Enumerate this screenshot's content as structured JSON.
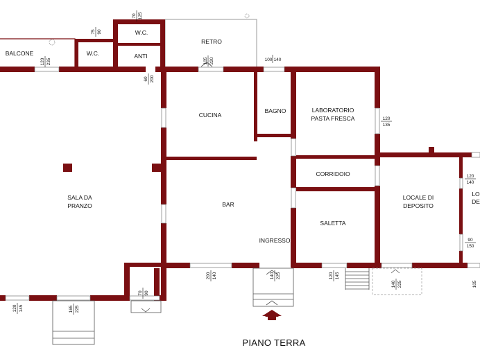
{
  "rooms": {
    "balcone": "BALCONE",
    "wc_left": "W.C.",
    "wc_top": "W.C.",
    "anti": "ANTI",
    "retro": "RETRO",
    "cucina": "CUCINA",
    "bagno": "BAGNO",
    "laboratorio_1": "LABORATORIO",
    "laboratorio_2": "PASTA FRESCA",
    "sala_1": "SALA DA",
    "sala_2": "PRANZO",
    "bar": "BAR",
    "corridoio": "CORRIDOIO",
    "saletta": "SALETTA",
    "ingresso": "INGRESSO",
    "deposito_1": "LOCALE DI",
    "deposito_2": "DEPOSITO",
    "partial_1": "LO",
    "partial_2": "DE"
  },
  "dims": {
    "d1": {
      "a": "70",
      "b": "125"
    },
    "d2": {
      "a": "75",
      "b": "90"
    },
    "d3": {
      "a": "120",
      "b": "235"
    },
    "d4": {
      "a": "60",
      "b": "200"
    },
    "d5": {
      "a": "105",
      "b": "220"
    },
    "d6": {
      "a": "100",
      "b": "140"
    },
    "d7": {
      "a": "120",
      "b": "135"
    },
    "d8": {
      "a": "120",
      "b": "140"
    },
    "d9": {
      "a": "90",
      "b": "150"
    },
    "d10": {
      "a": "200",
      "b": "140"
    },
    "d11": {
      "a": "140",
      "b": "225"
    },
    "d12": {
      "a": "120",
      "b": "145"
    },
    "d13": {
      "a": "140",
      "b": "225"
    },
    "d14": {
      "a": "70",
      "b": "90"
    },
    "d15": {
      "a": "120",
      "b": "145"
    },
    "d16": {
      "a": "165",
      "b": "225"
    },
    "d17": {
      "a": "105",
      "b": ""
    }
  },
  "floor_title": "PIANO TERRA",
  "colors": {
    "wall": "#7a0f12",
    "entrance_arrow": "#7a0f12"
  }
}
